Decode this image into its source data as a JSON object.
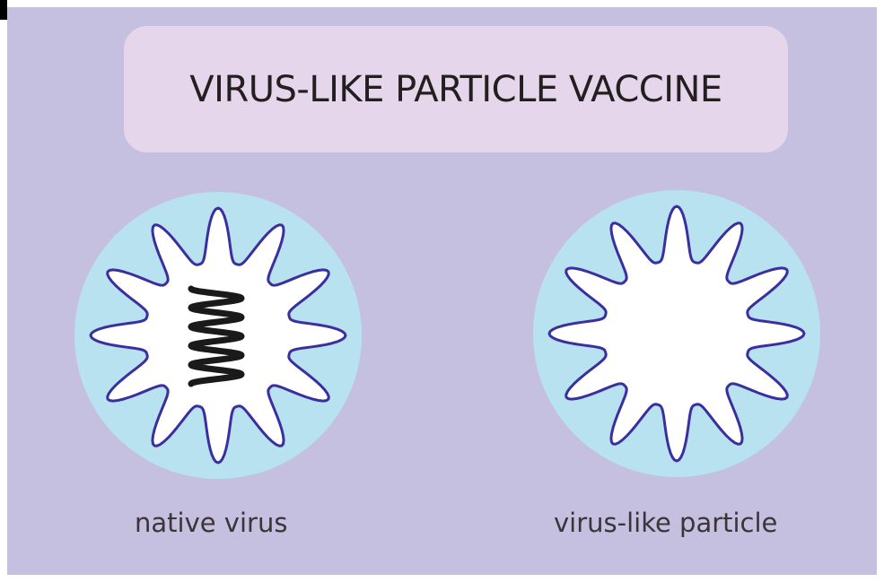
{
  "title": "VIRUS-LIKE PARTICLE VACCINE",
  "particles": [
    {
      "label": "native virus",
      "has_genome": true
    },
    {
      "label": "virus-like particle",
      "has_genome": false
    }
  ],
  "colors": {
    "background": "#c5bfe0",
    "title_box": "#e6d6ec",
    "shell": "#b9e2f0",
    "spike_outline": "#3b2fa0",
    "interior": "#ffffff",
    "genome": "#1a1a1a"
  }
}
